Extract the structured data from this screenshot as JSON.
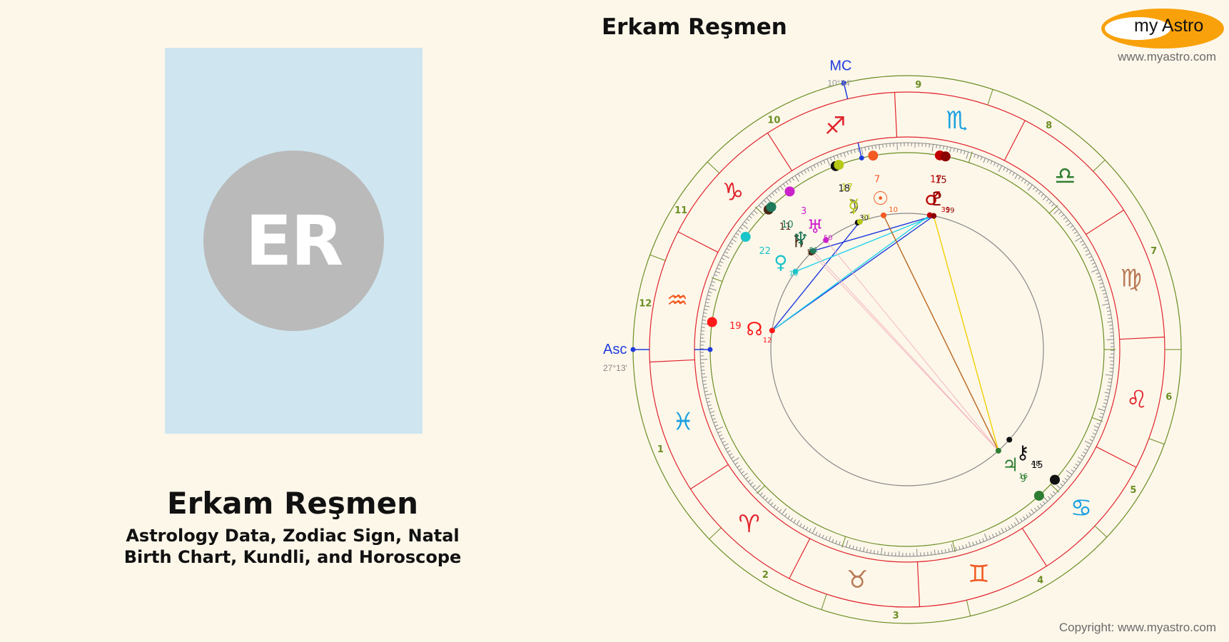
{
  "profile": {
    "initials": "ER",
    "name": "Erkam Reşmen",
    "subtitle_line1": "Astrology Data, Zodiac Sign, Natal",
    "subtitle_line2": "Birth Chart, Kundli, and Horoscope",
    "photo_bg": "#cfe6f0",
    "avatar_bg": "#bababa"
  },
  "chart_header": {
    "title": "Erkam Reşmen"
  },
  "brand": {
    "logo_text": "my Astro",
    "site_url": "www.myastro.com",
    "copyright": "Copyright: www.myastro.com",
    "accent": "#f8a10a"
  },
  "chart_data": {
    "type": "natal_wheel",
    "center": [
      1271,
      490
    ],
    "radii": {
      "outer": 384,
      "sign_outer": 361,
      "sign_inner": 298,
      "tick": 290,
      "planet_ring": 276,
      "aspect": 191
    },
    "ascendant": {
      "label": "Asc",
      "degree": "27°13'",
      "longitude": 327.22
    },
    "midheaven": {
      "label": "MC",
      "degree": "10°34'",
      "longitude": 250.57
    },
    "signs": [
      {
        "name": "Aries",
        "glyph": "♈",
        "color": "#e0242c"
      },
      {
        "name": "Taurus",
        "glyph": "♉",
        "color": "#b87a56"
      },
      {
        "name": "Gemini",
        "glyph": "♊",
        "color": "#f25a22"
      },
      {
        "name": "Cancer",
        "glyph": "♋",
        "color": "#1aa0e0"
      },
      {
        "name": "Leo",
        "glyph": "♌",
        "color": "#e0242c"
      },
      {
        "name": "Virgo",
        "glyph": "♍",
        "color": "#b87a56"
      },
      {
        "name": "Libra",
        "glyph": "♎",
        "color": "#2e7d32"
      },
      {
        "name": "Scorpio",
        "glyph": "♏",
        "color": "#1aa0e0"
      },
      {
        "name": "Sagittarius",
        "glyph": "♐",
        "color": "#e0242c"
      },
      {
        "name": "Capricorn",
        "glyph": "♑",
        "color": "#e0242c"
      },
      {
        "name": "Aquarius",
        "glyph": "♒",
        "color": "#f25a22"
      },
      {
        "name": "Pisces",
        "glyph": "♓",
        "color": "#1aa0e0"
      }
    ],
    "houses": [
      {
        "number": "1",
        "cusp": 327.22
      },
      {
        "number": "2",
        "cusp": 11.0
      },
      {
        "number": "3",
        "cusp": 39.0
      },
      {
        "number": "4",
        "cusp": 70.57
      },
      {
        "number": "5",
        "cusp": 104.0
      },
      {
        "number": "6",
        "cusp": 127.0
      },
      {
        "number": "7",
        "cusp": 147.22
      },
      {
        "number": "8",
        "cusp": 191.0
      },
      {
        "number": "9",
        "cusp": 219.0
      },
      {
        "number": "10",
        "cusp": 250.57
      },
      {
        "number": "11",
        "cusp": 284.0
      },
      {
        "number": "12",
        "cusp": 307.0
      }
    ],
    "planets": [
      {
        "name": "Sun",
        "glyph": "☉",
        "deg": "7",
        "min": "10",
        "longitude": 247.17,
        "color": "#f25a22"
      },
      {
        "name": "Moon",
        "glyph": "☽",
        "deg": "18",
        "min": "30",
        "longitude": 258.5,
        "color": "#111111"
      },
      {
        "name": "Mercury",
        "glyph": "☿",
        "deg": "17",
        "min": "31",
        "longitude": 257.5,
        "color": "#b5c916"
      },
      {
        "name": "Venus",
        "glyph": "♀",
        "deg": "22",
        "min": "18",
        "longitude": 292.3,
        "color": "#1bc4c8"
      },
      {
        "name": "Mars",
        "glyph": "♂",
        "deg": "17",
        "min": "39",
        "longitude": 227.65,
        "color": "#c00000"
      },
      {
        "name": "Jupiter",
        "glyph": "♃",
        "deg": "9",
        "min": "16",
        "longitude": 99.27,
        "color": "#2e7d32"
      },
      {
        "name": "Saturn",
        "glyph": "♄",
        "deg": "11",
        "min": "55",
        "longitude": 281.9,
        "color": "#4a2c16"
      },
      {
        "name": "Uranus",
        "glyph": "♅",
        "deg": "3",
        "min": "50",
        "longitude": 273.8,
        "color": "#cc22cc"
      },
      {
        "name": "Neptune",
        "glyph": "♆",
        "deg": "10",
        "min": "51",
        "longitude": 280.85,
        "color": "#1f7a5a"
      },
      {
        "name": "Pluto",
        "glyph": "♇",
        "deg": "15",
        "min": "59",
        "longitude": 225.98,
        "color": "#8b0000"
      },
      {
        "name": "North Node",
        "glyph": "☊",
        "deg": "19",
        "min": "12",
        "longitude": 319.2,
        "color": "#ff1a1a"
      },
      {
        "name": "Chiron",
        "glyph": "⚷",
        "deg": "15",
        "min": "48",
        "longitude": 105.8,
        "color": "#111111"
      }
    ],
    "aspects": [
      {
        "from": 319.2,
        "to": 225.98,
        "color": "#1f3bdc",
        "type": "sextile"
      },
      {
        "from": 319.2,
        "to": 257.5,
        "color": "#1f3bdc",
        "type": "sextile"
      },
      {
        "from": 280.85,
        "to": 225.98,
        "color": "#1f3bdc",
        "type": "sextile"
      },
      {
        "from": 319.2,
        "to": 227.65,
        "color": "#22d3e8",
        "type": "square"
      },
      {
        "from": 292.3,
        "to": 225.98,
        "color": "#22d3e8",
        "type": "square"
      },
      {
        "from": 247.17,
        "to": 99.27,
        "color": "#b8651d",
        "type": "quincunx"
      },
      {
        "from": 225.98,
        "to": 99.27,
        "color": "#f2cf00",
        "type": "trine"
      },
      {
        "from": 273.8,
        "to": 99.27,
        "color": "#f4b6c0",
        "type": "opposition"
      },
      {
        "from": 281.9,
        "to": 99.27,
        "color": "#f4b6c0",
        "type": "opposition"
      },
      {
        "from": 280.85,
        "to": 99.27,
        "color": "#f4b6c0",
        "type": "opposition"
      }
    ]
  }
}
